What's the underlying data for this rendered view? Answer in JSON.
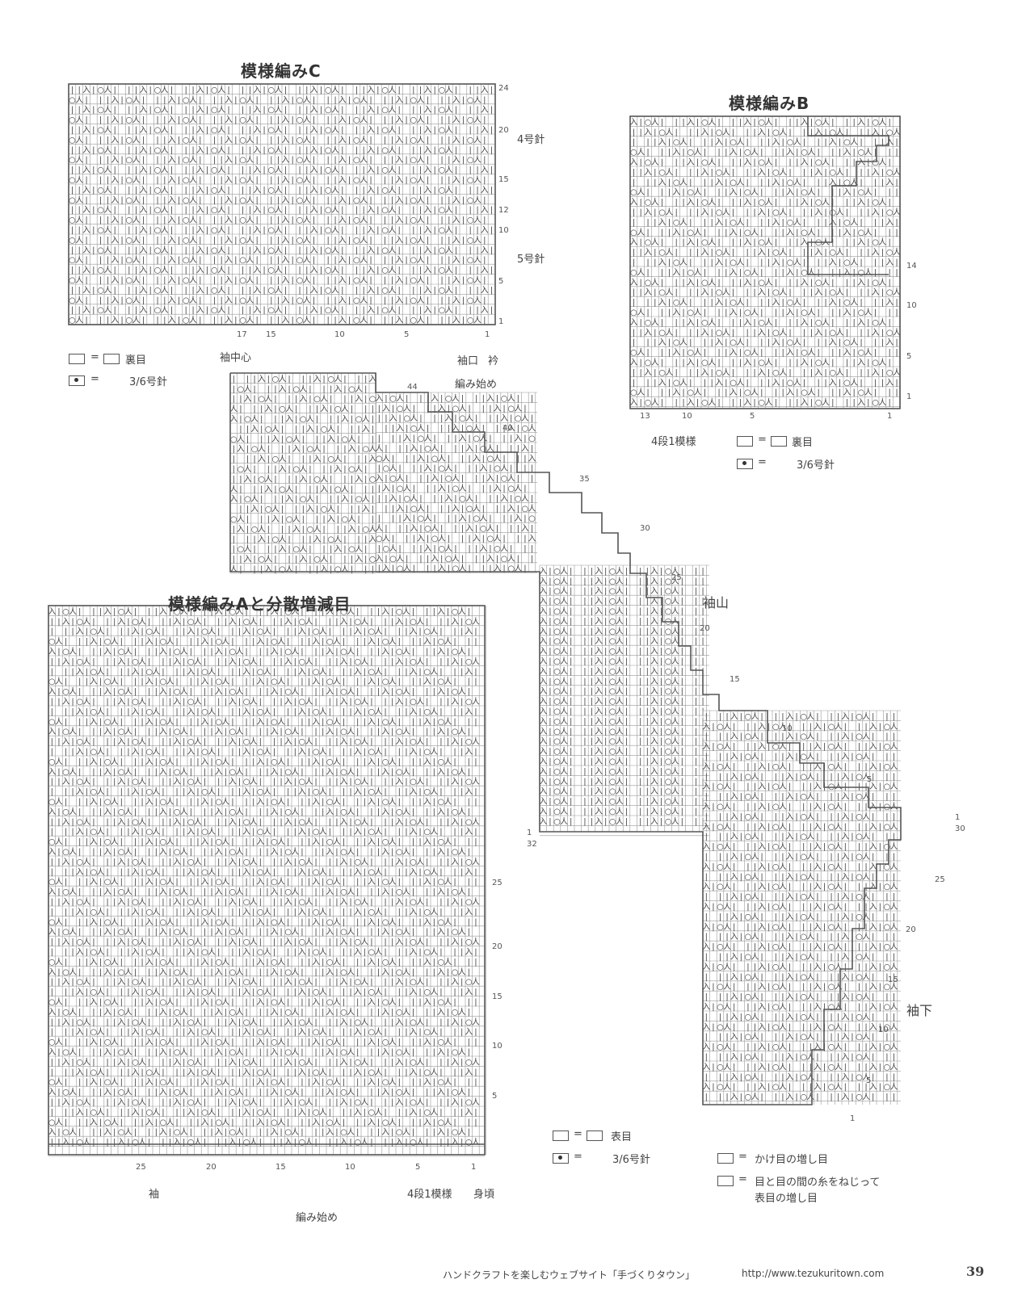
{
  "titles": {
    "pattern_c": "模様編みC",
    "pattern_b": "模様編みB",
    "pattern_a": "模様編みAと分散増減目"
  },
  "pattern_c": {
    "row_numbers": [
      "24",
      "20",
      "15",
      "12",
      "10",
      "5",
      "1"
    ],
    "col_numbers": [
      "17",
      "15",
      "10",
      "5",
      "1"
    ],
    "needle_upper": "4号針",
    "needle_lower": "5号針",
    "markers": {
      "sleeve_center": "袖中心",
      "cuff": "袖口",
      "collar": "衿",
      "cast_on": "編み始め"
    }
  },
  "pattern_b": {
    "row_numbers": [
      "14",
      "10",
      "5",
      "1"
    ],
    "col_numbers": [
      "13",
      "10",
      "5",
      "1"
    ],
    "repeat": "4段1模様"
  },
  "pattern_a": {
    "row_numbers": [
      "25",
      "20",
      "15",
      "10",
      "5"
    ],
    "col_numbers": [
      "25",
      "20",
      "15",
      "10",
      "5",
      "1"
    ],
    "markers": {
      "sleeve": "袖",
      "repeat": "4段1模様",
      "body": "身頃",
      "cast_on": "編み始め"
    }
  },
  "sleeve": {
    "cap_label": "袖山",
    "underarm_label": "袖下",
    "cap_rows": [
      "44",
      "40",
      "35",
      "30",
      "25",
      "20",
      "15",
      "10",
      "5",
      "1",
      "32"
    ],
    "under_rows": [
      "1",
      "30",
      "25",
      "20",
      "15",
      "10",
      "5",
      "1"
    ]
  },
  "legends": {
    "purl": {
      "eq": "=",
      "text": "裏目"
    },
    "knit": {
      "eq": "=",
      "text": "表目"
    },
    "bobble": {
      "eq": "=",
      "text": "3/6号針"
    },
    "yo_inc": {
      "eq": "=",
      "text": "かけ目の増し目"
    },
    "twist_inc": {
      "eq": "=",
      "text": "目と目の間の糸をねじって",
      "text2": "表目の増し目"
    }
  },
  "footer": {
    "text": "ハンドクラフトを楽しむウェブサイト「手づくりタウン」",
    "url": "http://www.tezukuritown.com",
    "page": "39"
  }
}
